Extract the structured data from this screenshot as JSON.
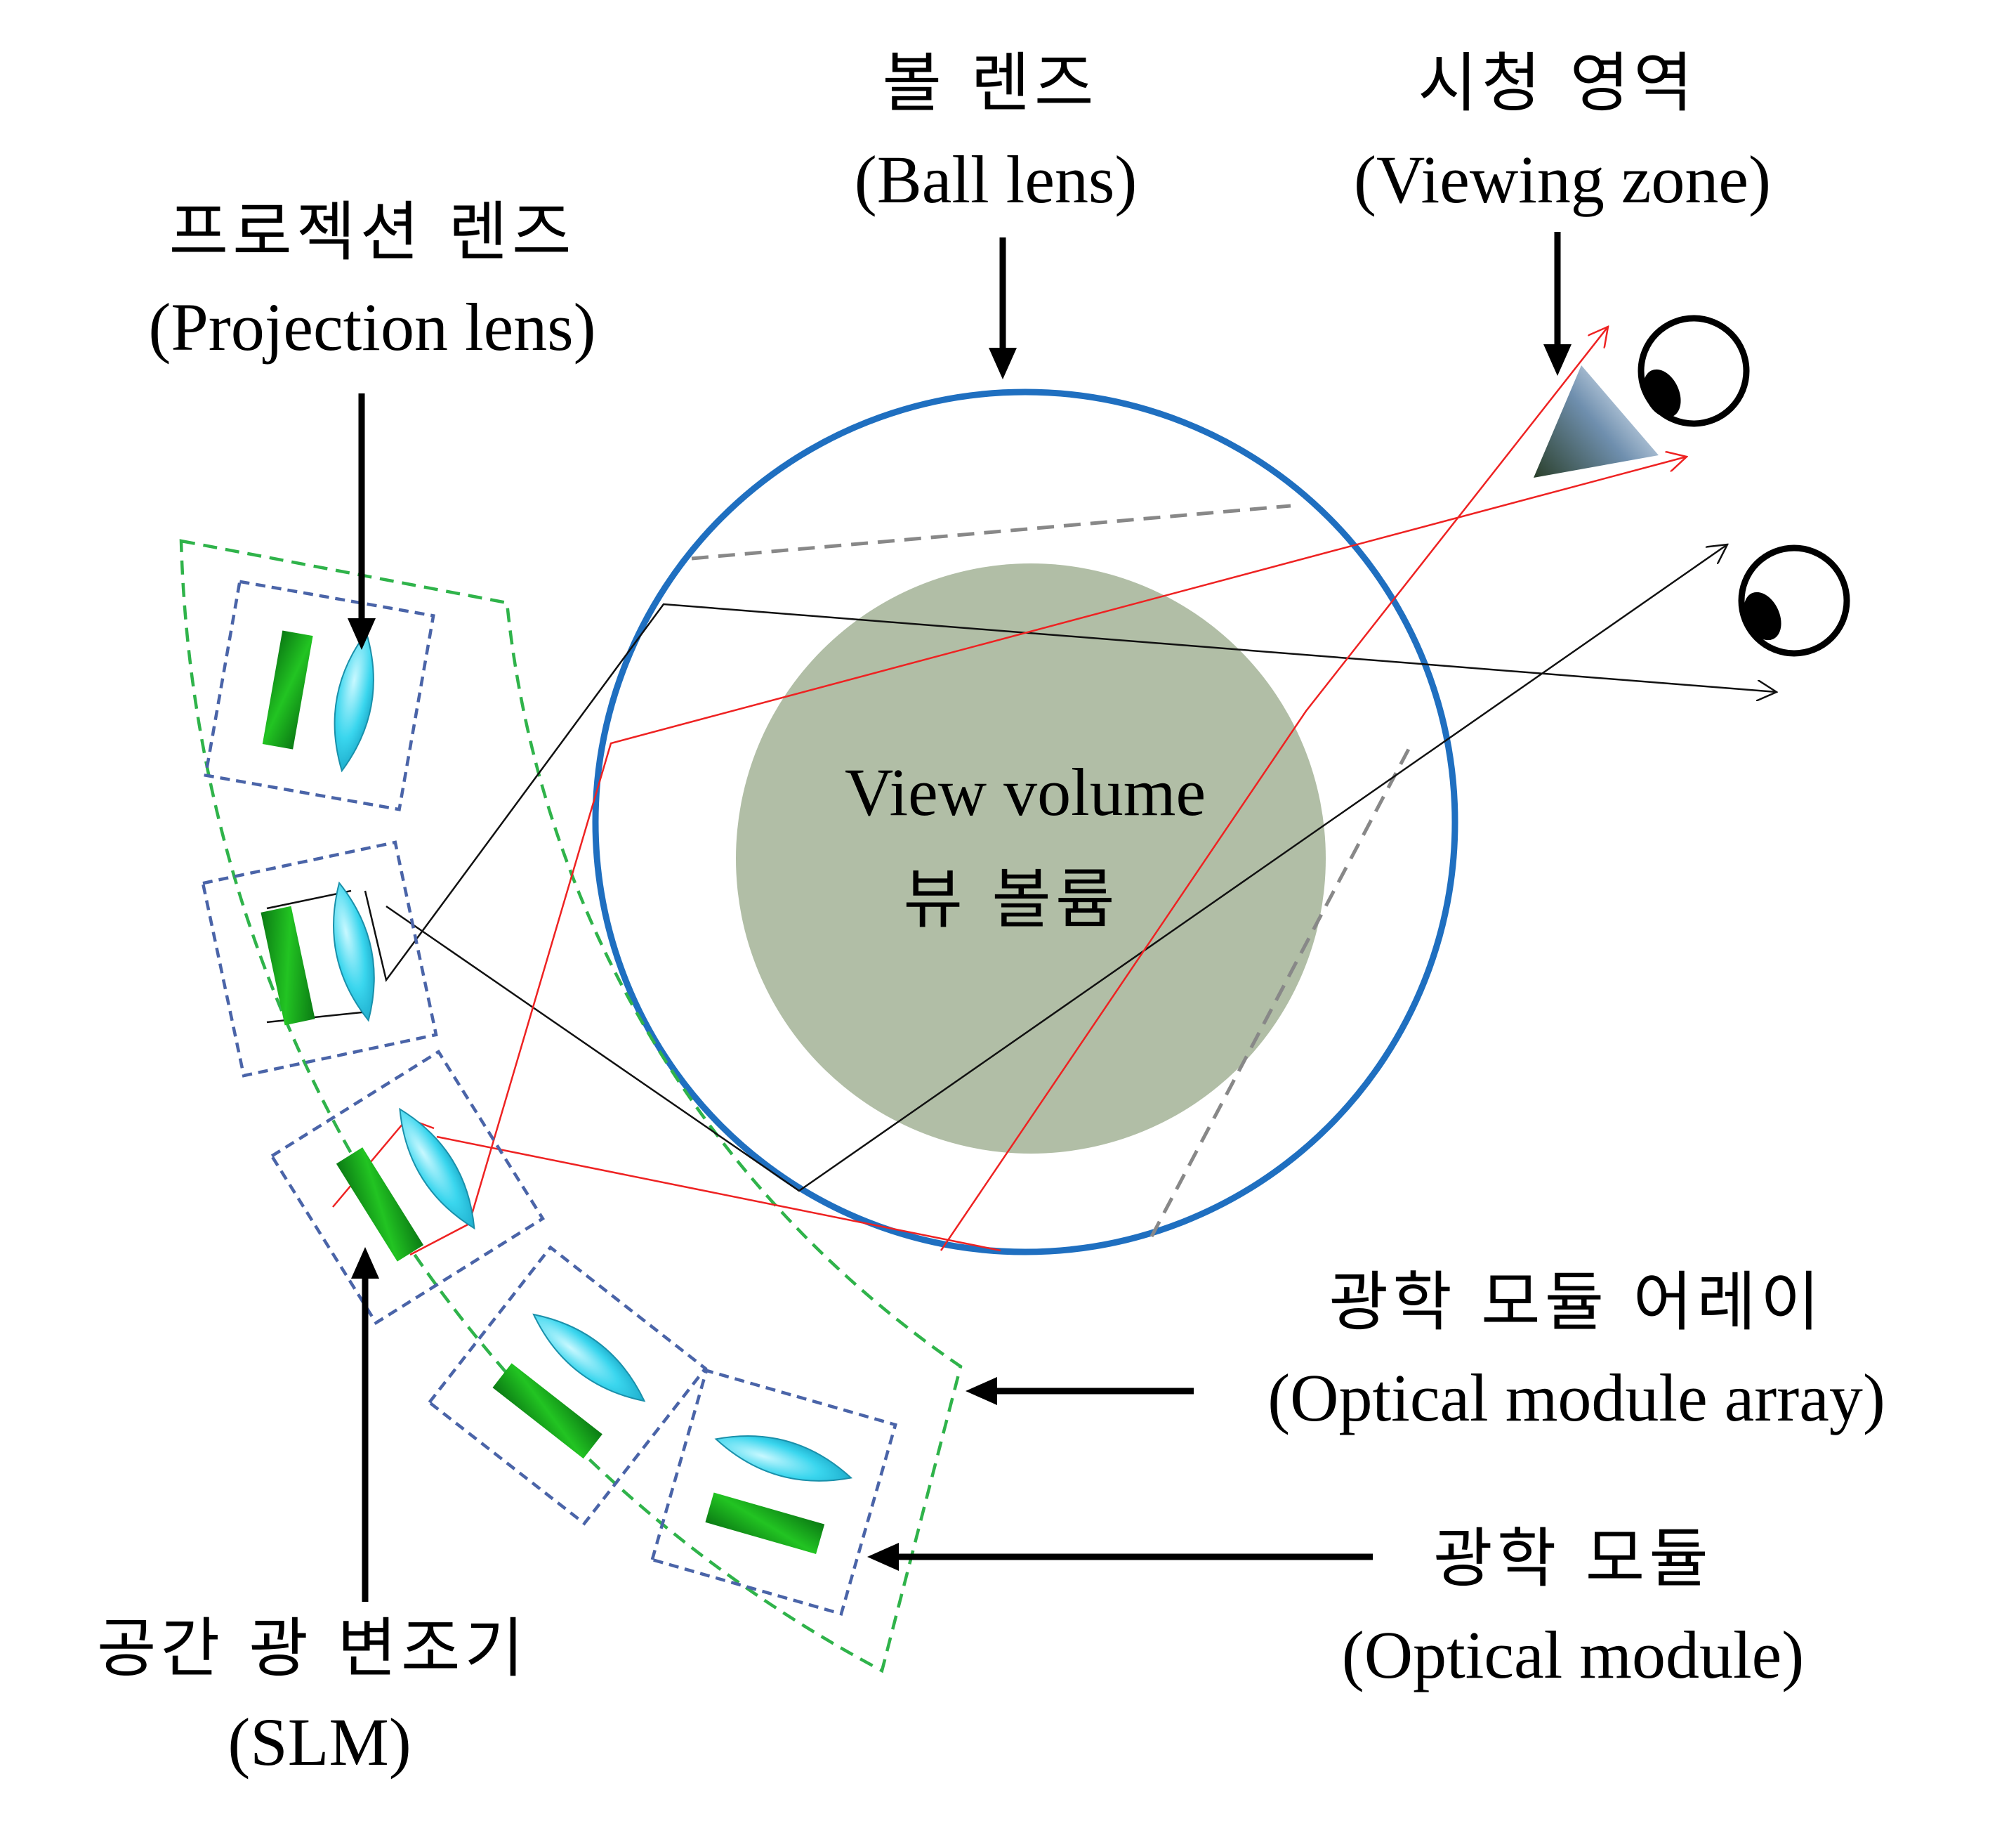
{
  "labels": {
    "ball_lens_kr": "볼 렌즈",
    "ball_lens_en": "(Ball lens)",
    "viewing_zone_kr": "시청 영역",
    "viewing_zone_en": "(Viewing zone)",
    "projection_lens_kr": "프로젝션 렌즈",
    "projection_lens_en": "(Projection lens)",
    "view_volume_en": "View volume",
    "view_volume_kr": "뷰 볼륨",
    "module_array_kr": "광학 모듈 어레이",
    "module_array_en": "(Optical module array)",
    "module_kr": "광학 모듈",
    "module_en": "(Optical module)",
    "slm_kr": "공간 광 변조기",
    "slm_en": "(SLM)"
  },
  "colors": {
    "ball_lens": "#1f6fc0",
    "view_volume": "#b1bea6",
    "ray_red": "#ee2222",
    "ray_black": "#111111",
    "array_border": "#2fb34a",
    "module_border": "#4a64a8",
    "slm_green": "#18b018",
    "lens_cyan": "#3ad6ee",
    "zone_dark": "#2f4a30",
    "zone_light": "#b7d4f4"
  },
  "icons": {
    "eye": "eye-icon",
    "arrow": "arrow-icon"
  }
}
